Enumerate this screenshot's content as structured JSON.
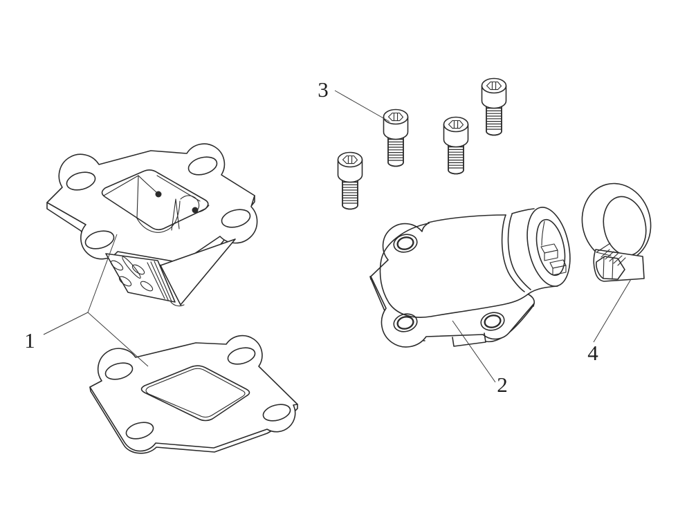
{
  "figure": {
    "background_color": "#ffffff",
    "line_color": "#2b2b2b",
    "label_color": "#1d1d1d",
    "callouts": [
      {
        "number": "1"
      },
      {
        "number": "2"
      },
      {
        "number": "3"
      },
      {
        "number": "4"
      }
    ]
  }
}
